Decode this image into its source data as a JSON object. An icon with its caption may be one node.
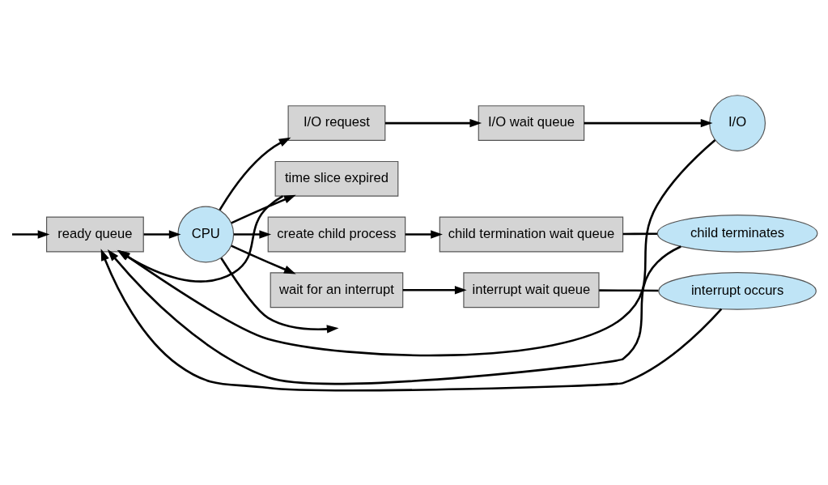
{
  "diagram": {
    "nodes": [
      {
        "text": [
          "ready queue"
        ]
      },
      {
        "text": [
          "CPU"
        ]
      },
      {
        "text": [
          "I/O request"
        ]
      },
      {
        "text": [
          "I/O wait queue"
        ]
      },
      {
        "text": [
          "I/O"
        ]
      },
      {
        "text": [
          "time slice expired"
        ]
      },
      {
        "text": [
          "create child process"
        ]
      },
      {
        "text": [
          "child termination wait queue"
        ]
      },
      {
        "text": [
          "child terminates"
        ]
      },
      {
        "text": [
          "wait for an interrupt"
        ]
      },
      {
        "text": [
          "interrupt wait queue"
        ]
      },
      {
        "text": [
          "interrupt occurs"
        ]
      }
    ],
    "edges": [
      {
        "from": null,
        "to": 0,
        "arrow": "to"
      },
      {
        "from": 0,
        "to": 1,
        "arrow": "to"
      },
      {
        "from": 1,
        "to": null,
        "arrow": "to"
      },
      {
        "from": 1,
        "to": 2,
        "arrow": "to"
      },
      {
        "from": 1,
        "to": 5,
        "arrow": "to"
      },
      {
        "from": 1,
        "to": 6,
        "arrow": "to"
      },
      {
        "from": 1,
        "to": 9,
        "arrow": "to"
      },
      {
        "from": 2,
        "to": 3,
        "arrow": "to"
      },
      {
        "from": 3,
        "to": 4,
        "arrow": "to"
      },
      {
        "from": 6,
        "to": 7,
        "arrow": "to"
      },
      {
        "from": 7,
        "to": 8,
        "arrow": "none"
      },
      {
        "from": 9,
        "to": 10,
        "arrow": "to"
      },
      {
        "from": 10,
        "to": 11,
        "arrow": "none"
      },
      {
        "from": 4,
        "to": 0,
        "arrow": "to"
      },
      {
        "from": 5,
        "to": 0,
        "arrow": "to"
      },
      {
        "from": 8,
        "to": 0,
        "arrow": "to"
      },
      {
        "from": 11,
        "to": 0,
        "arrow": "to"
      }
    ]
  }
}
